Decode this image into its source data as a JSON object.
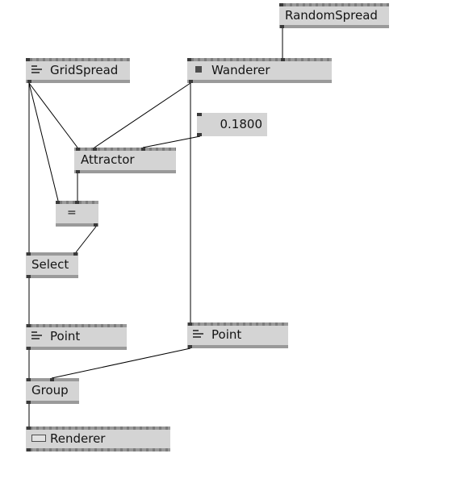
{
  "nodes": {
    "random_spread": {
      "label": "RandomSpread"
    },
    "grid_spread": {
      "label": "GridSpread",
      "icon": "spread-icon"
    },
    "wanderer": {
      "label": "Wanderer",
      "icon": "square-icon"
    },
    "value_box": {
      "value": "0.1800"
    },
    "attractor": {
      "label": "Attractor"
    },
    "equals": {
      "label": "="
    },
    "select": {
      "label": "Select"
    },
    "point_left": {
      "label": "Point",
      "icon": "spread-icon"
    },
    "point_right": {
      "label": "Point",
      "icon": "spread-icon"
    },
    "group": {
      "label": "Group"
    },
    "renderer": {
      "label": "Renderer",
      "icon": "window-icon"
    }
  },
  "colors": {
    "background": "#ffffff",
    "node_fill": "#d4d4d4",
    "node_bar": "#9a9a9a",
    "pin": "#3a3a3a",
    "wire": "#000000",
    "text": "#141414"
  }
}
